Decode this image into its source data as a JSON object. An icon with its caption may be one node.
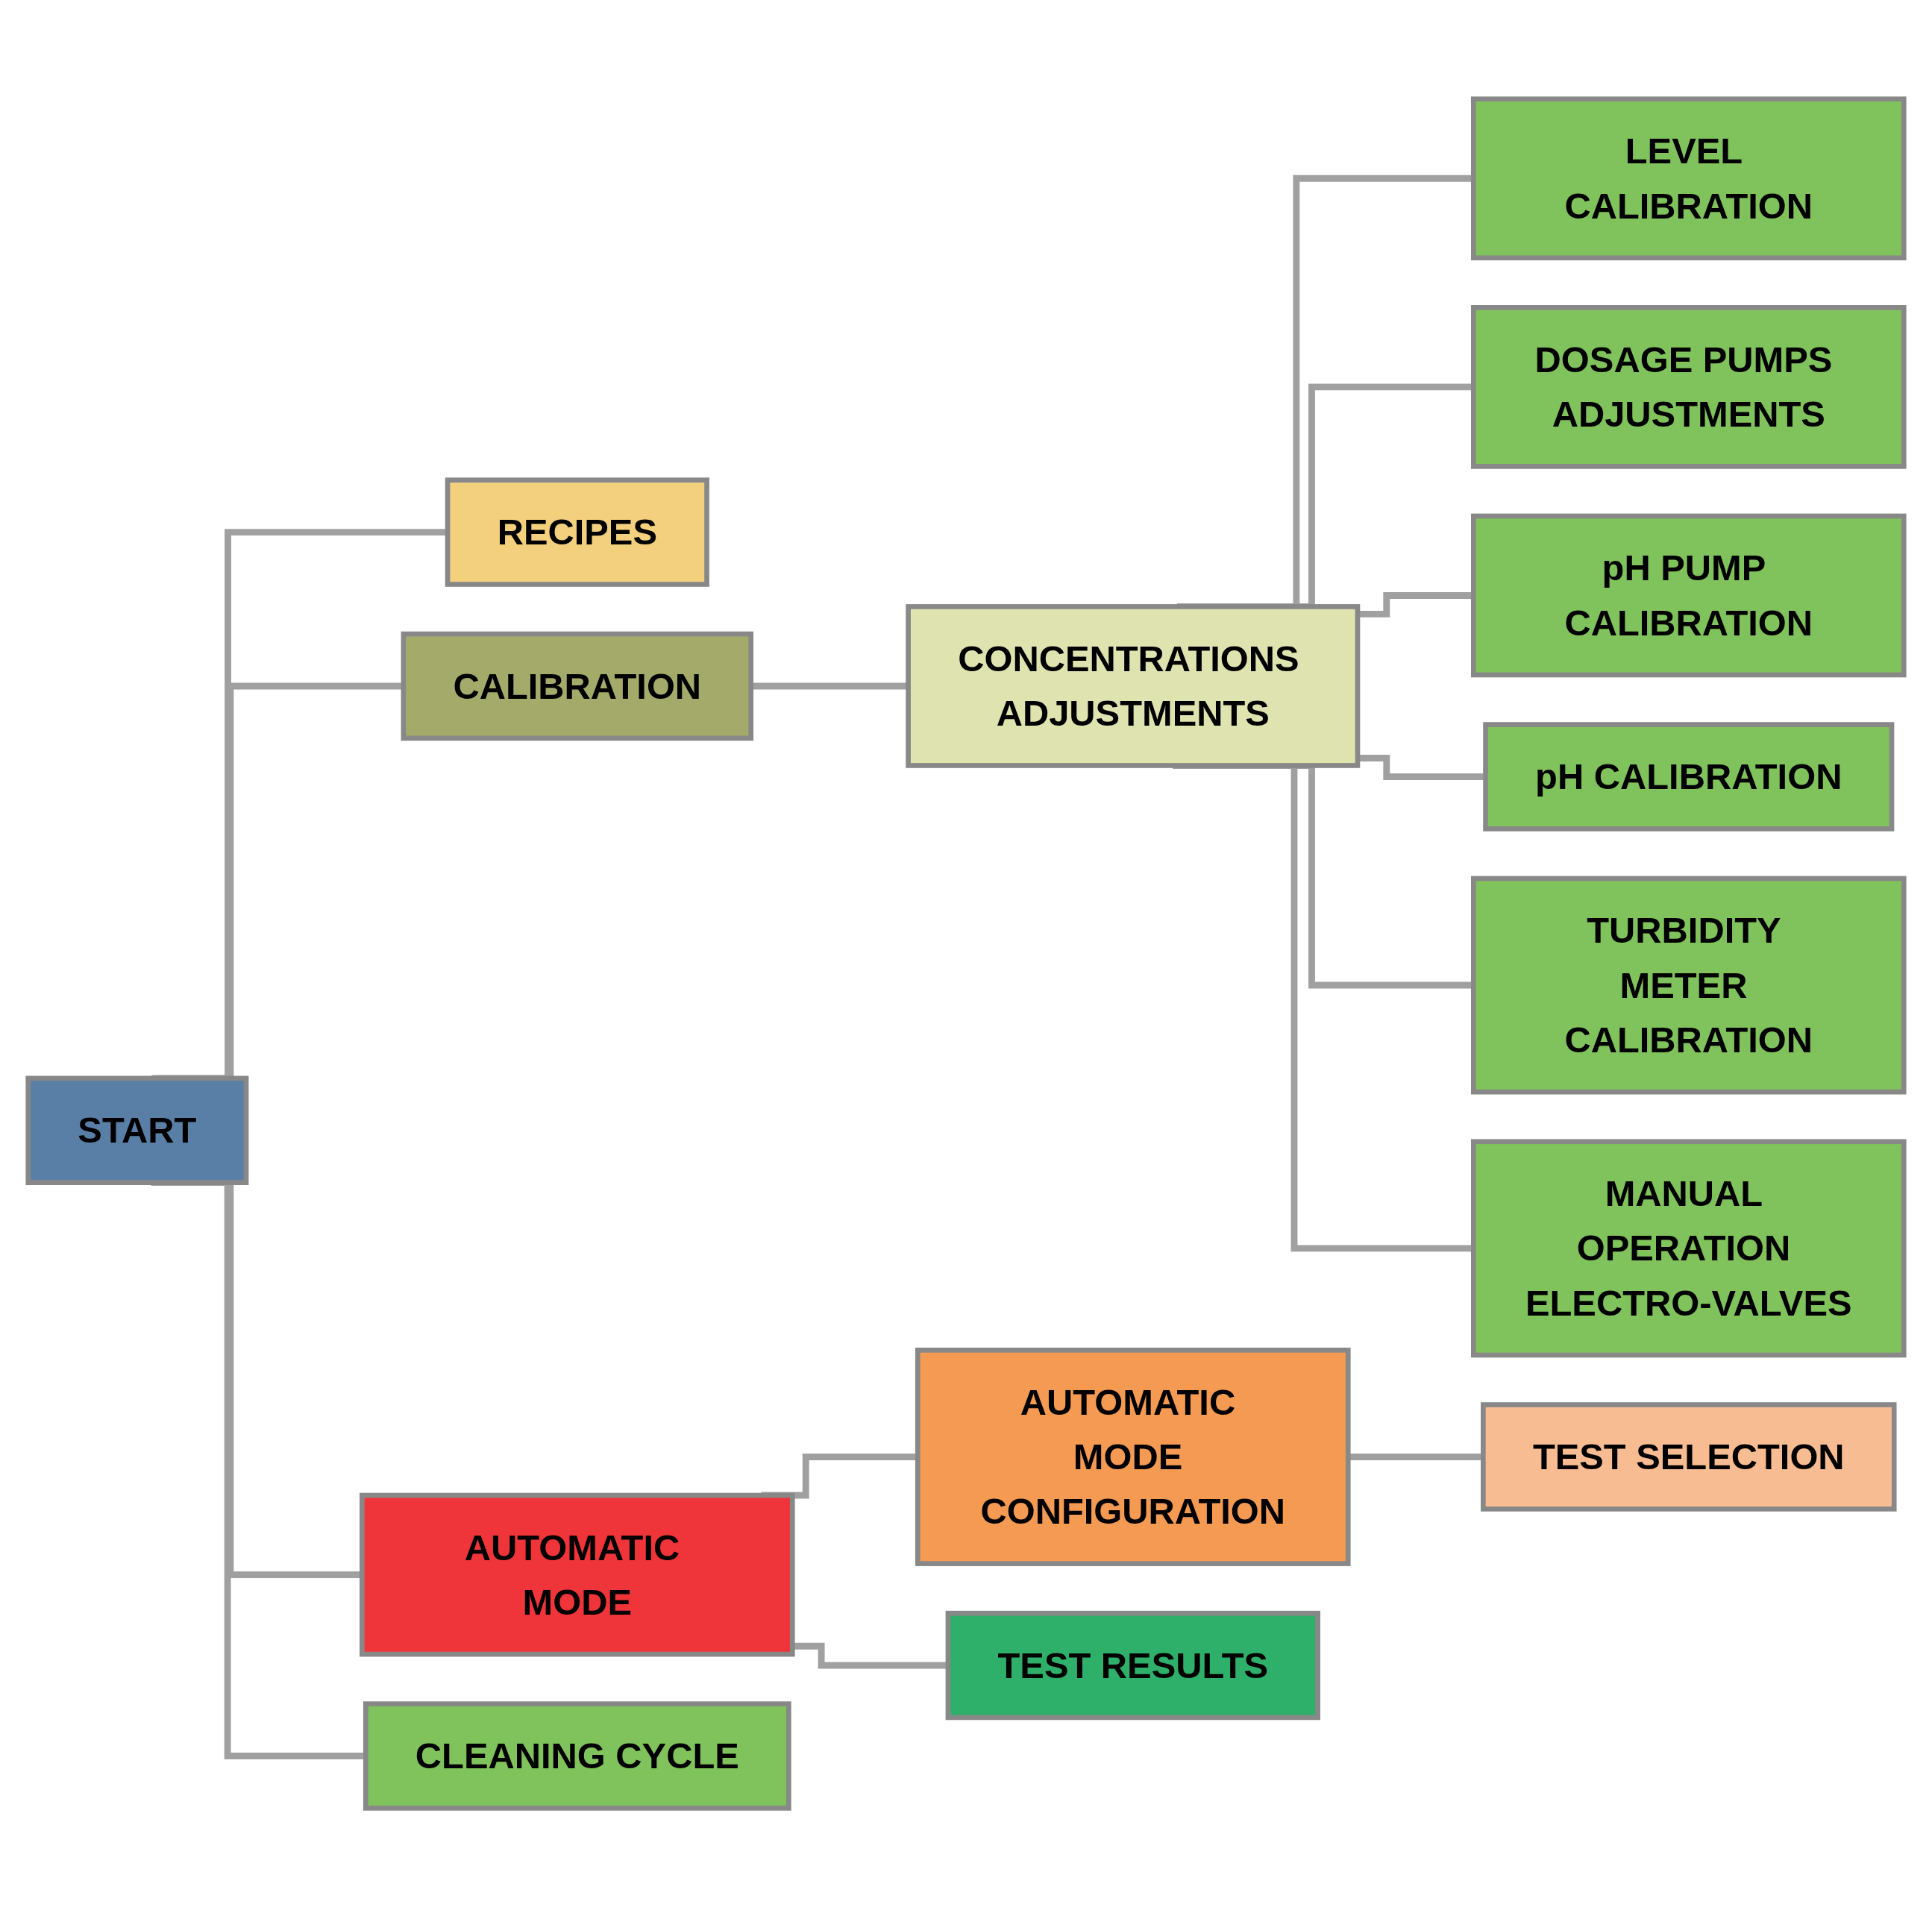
{
  "diagram": {
    "nodes": [
      {
        "text": [
          "START"
        ]
      },
      {
        "text": [
          "RECIPES"
        ]
      },
      {
        "text": [
          "CALIBRATION"
        ]
      },
      {
        "text": [
          "CONCENTRATIONS ADJUSTMENTS"
        ]
      },
      {
        "text": [
          "LEVEL CALIBRATION"
        ]
      },
      {
        "text": [
          "DOSAGE PUMPS ADJUSTMENTS"
        ]
      },
      {
        "text": [
          "pH PUMP CALIBRATION"
        ]
      },
      {
        "text": [
          "pH CALIBRATION"
        ]
      },
      {
        "text": [
          "TURBIDITY METER CALIBRATION"
        ]
      },
      {
        "text": [
          "MANUAL OPERATION ELECTRO-VALVES"
        ]
      },
      {
        "text": [
          "AUTOMATIC MODE"
        ]
      },
      {
        "text": [
          "AUTOMATIC MODE CONFIGURATION"
        ]
      },
      {
        "text": [
          "TEST SELECTION"
        ]
      },
      {
        "text": [
          "TEST RESULTS"
        ]
      },
      {
        "text": [
          "CLEANING CYCLE"
        ]
      }
    ],
    "edges": [
      {
        "from": 0,
        "to": 1,
        "arrow": "none"
      },
      {
        "from": 0,
        "to": 2,
        "arrow": "none"
      },
      {
        "from": 2,
        "to": 3,
        "arrow": "none"
      },
      {
        "from": 3,
        "to": 4,
        "arrow": "none"
      },
      {
        "from": 3,
        "to": 5,
        "arrow": "none"
      },
      {
        "from": 3,
        "to": 6,
        "arrow": "none"
      },
      {
        "from": 3,
        "to": 7,
        "arrow": "none"
      },
      {
        "from": 3,
        "to": 8,
        "arrow": "none"
      },
      {
        "from": 3,
        "to": 9,
        "arrow": "none"
      },
      {
        "from": 0,
        "to": 10,
        "arrow": "none"
      },
      {
        "from": 10,
        "to": 11,
        "arrow": "none"
      },
      {
        "from": 11,
        "to": 12,
        "arrow": "none"
      },
      {
        "from": 10,
        "to": 13,
        "arrow": "none"
      },
      {
        "from": 0,
        "to": 14,
        "arrow": "none"
      }
    ]
  }
}
